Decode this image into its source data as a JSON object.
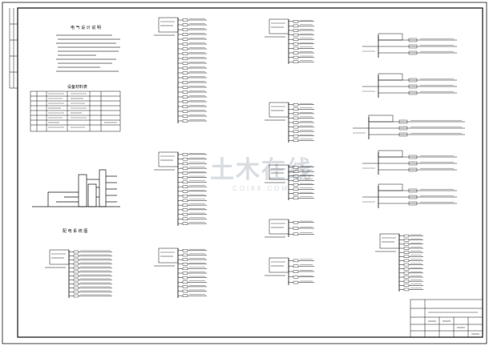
{
  "drawing": {
    "notes_title": "电 气 设 计 说 明",
    "equipment_table_title": "设备材料表",
    "riser_title": "配 电 系 统 图"
  },
  "watermark": {
    "main": "土木在线",
    "sub": "COI88.COM"
  },
  "colors": {
    "line": "#111111",
    "background": "#ffffff",
    "watermark": "#b9c3cc"
  }
}
